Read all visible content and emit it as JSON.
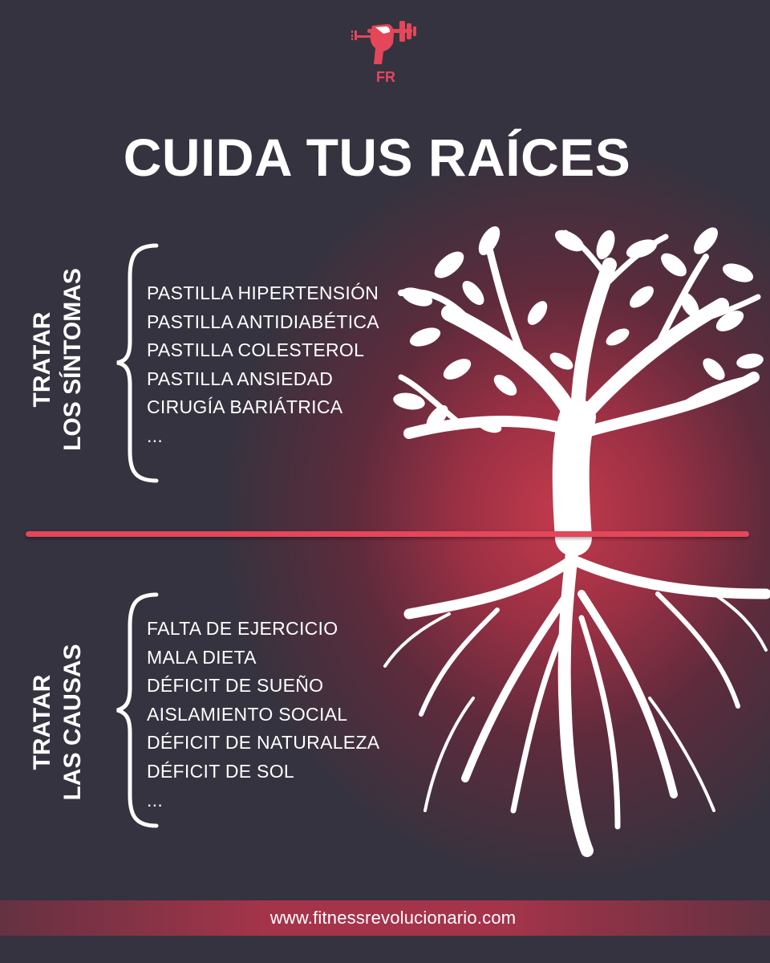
{
  "title": "CUIDA TUS RAÍCES",
  "logo": {
    "icon": "fork-dumbbell-fist-logo-icon",
    "monogram": "FR",
    "color": "#e4465a"
  },
  "symptoms": {
    "label_line1": "TRATAR",
    "label_line2": "LOS SÍNTOMAS",
    "items": [
      "PASTILLA HIPERTENSIÓN",
      "PASTILLA ANTIDIABÉTICA",
      "PASTILLA COLESTEROL",
      "PASTILLA ANSIEDAD",
      "CIRUGÍA BARIÁTRICA",
      "..."
    ]
  },
  "causes": {
    "label_line1": "TRATAR",
    "label_line2": "LAS CAUSAS",
    "items": [
      "FALTA DE EJERCICIO",
      "MALA DIETA",
      "DÉFICIT DE SUEÑO",
      "AISLAMIENTO SOCIAL",
      "DÉFICIT DE NATURALEZA",
      "DÉFICIT DE SOL",
      "..."
    ]
  },
  "footer": {
    "url": "www.fitnessrevolucionario.com"
  },
  "colors": {
    "background": "#34333f",
    "accent": "#e4465a",
    "glow": "#c33a4c",
    "text": "#ffffff"
  },
  "illustration": {
    "icon": "tree-with-roots-icon"
  }
}
